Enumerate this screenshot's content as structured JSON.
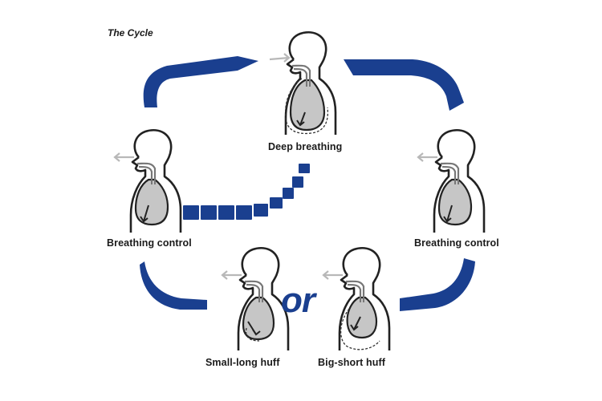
{
  "title": "The Cycle",
  "connector": "or",
  "stages": {
    "deep_breathing": "Deep breathing",
    "breathing_control_left": "Breathing control",
    "breathing_control_right": "Breathing control",
    "small_long_huff": "Small-long huff",
    "big_short_huff": "Big-short huff"
  },
  "colors": {
    "arrow": "#1a3f8f",
    "lung_fill": "#c6c6c6",
    "outline": "#222222",
    "airflow_arrow": "#b8b8b8"
  },
  "icons": {
    "figure": "human-profile-with-lungs-icon",
    "cycle_arrow": "curved-arrow-icon"
  }
}
